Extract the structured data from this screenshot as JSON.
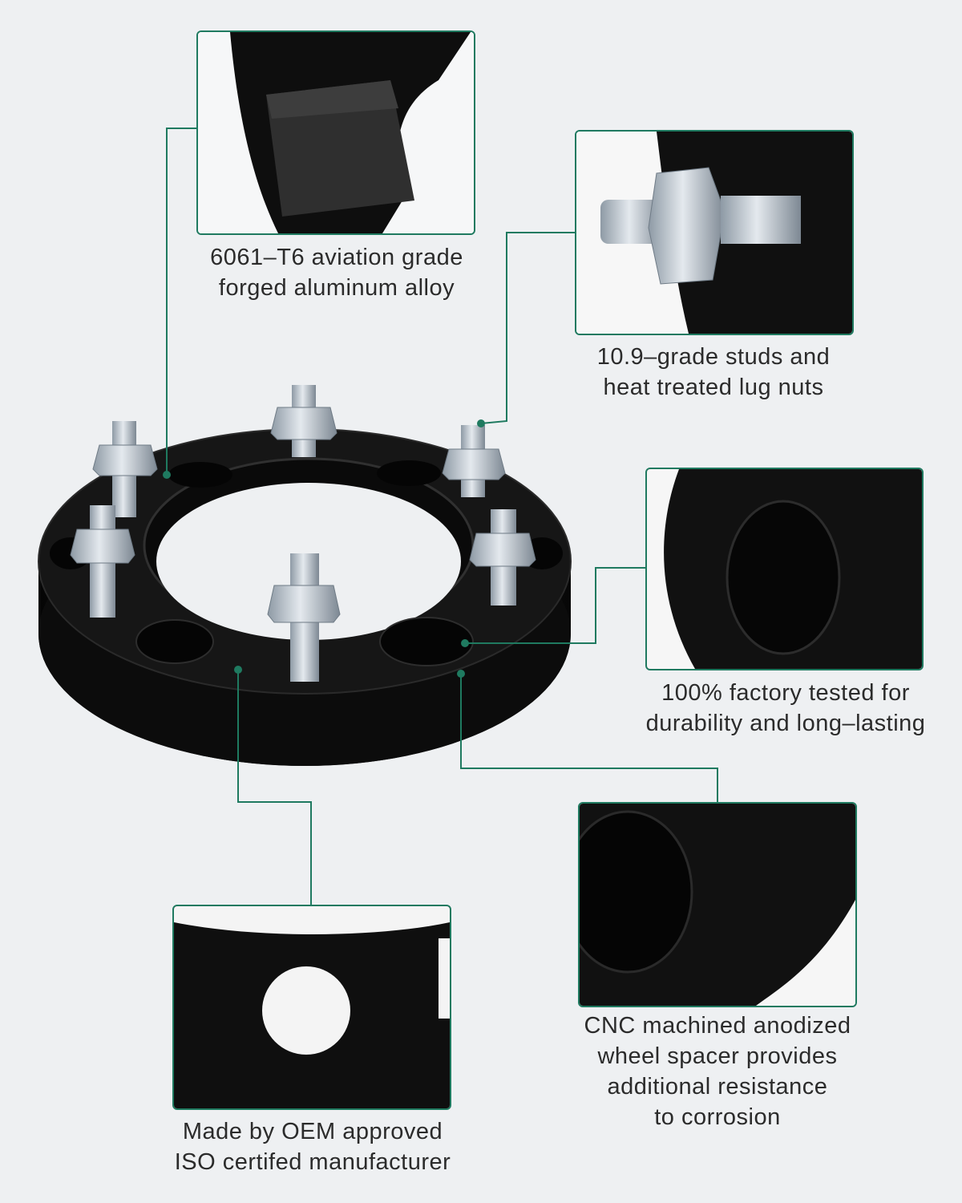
{
  "colors": {
    "background": "#eef0f2",
    "accent": "#1f7a60",
    "spacer_black": "#111111",
    "steel": "#c9d2da"
  },
  "features": [
    {
      "id": "material",
      "lines": [
        "6061–T6 aviation grade",
        "forged aluminum alloy"
      ]
    },
    {
      "id": "studs",
      "lines": [
        "10.9–grade studs and",
        "heat treated lug nuts"
      ]
    },
    {
      "id": "tested",
      "lines": [
        "100% factory tested for",
        "durability and long–lasting"
      ]
    },
    {
      "id": "oem",
      "lines": [
        "Made by OEM approved",
        "ISO certifed manufacturer"
      ]
    },
    {
      "id": "cnc",
      "lines": [
        "CNC machined anodized",
        "wheel spacer provides",
        "additional resistance",
        "to corrosion"
      ]
    }
  ]
}
